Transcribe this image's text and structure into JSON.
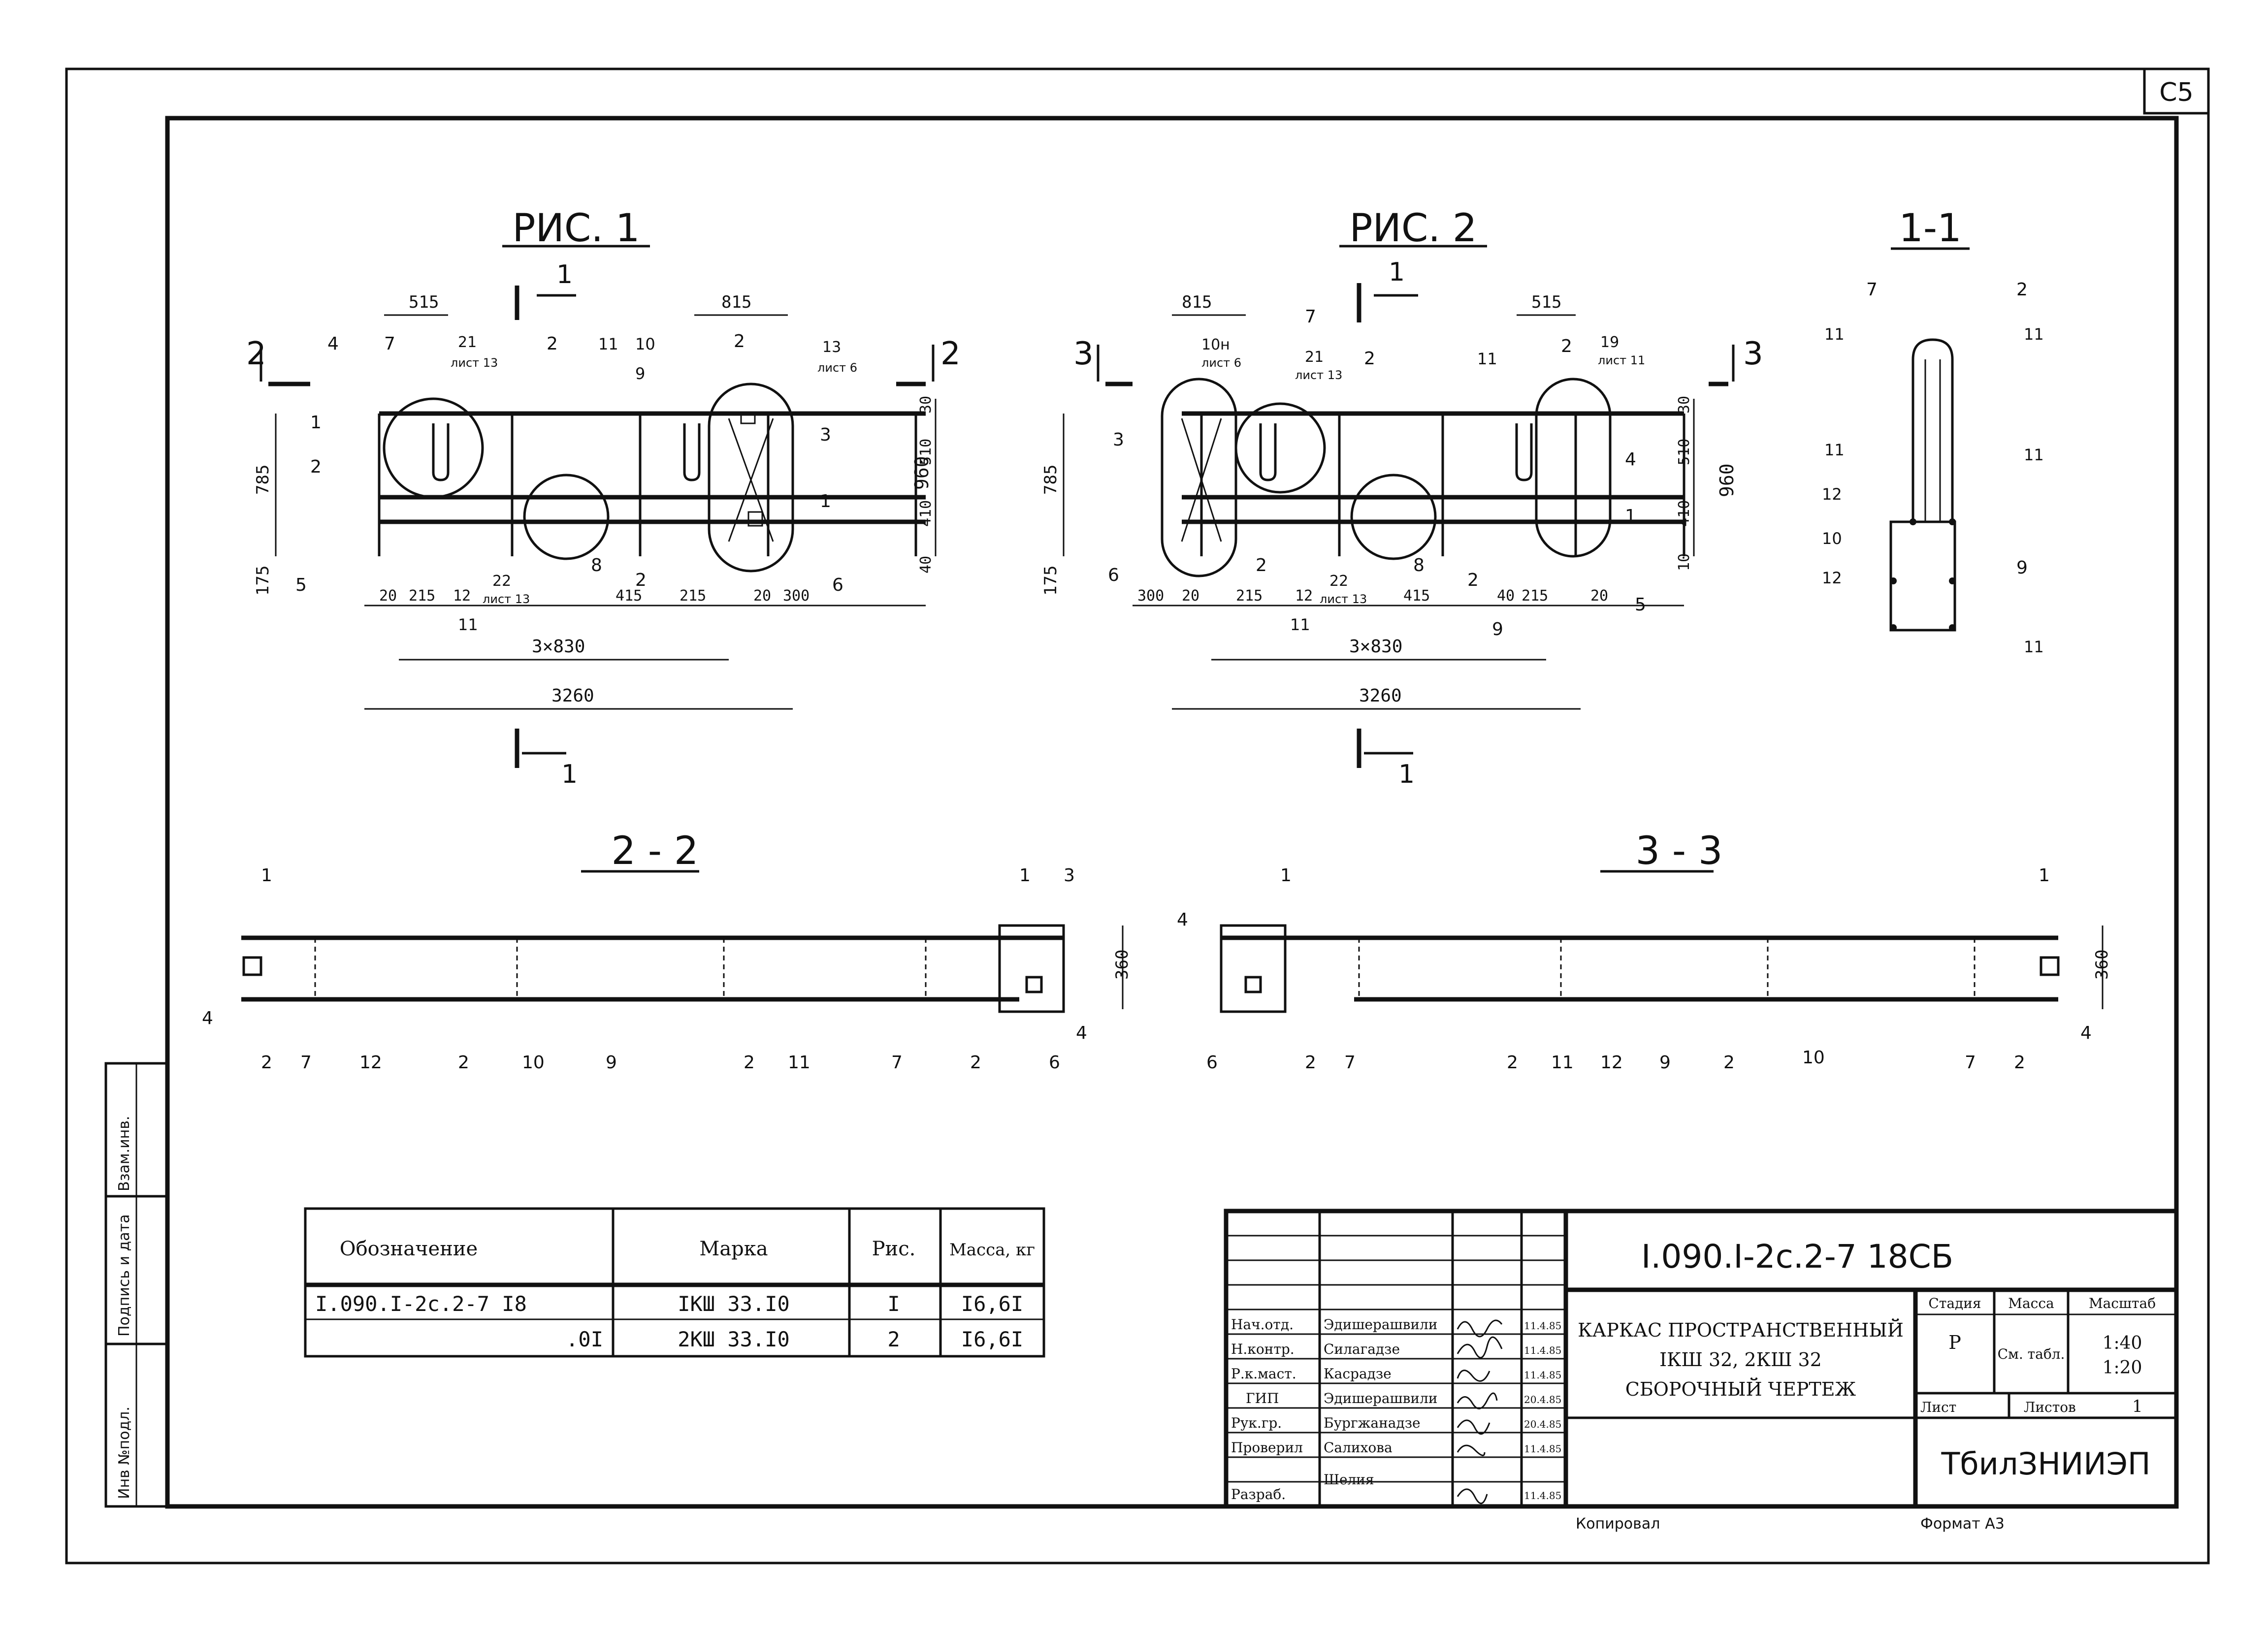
{
  "sheet": {
    "corner_code": "C5",
    "side_stamp": [
      "Инв №подл.",
      "Подпись и дата",
      "Взам.инв."
    ],
    "footer_left": "Копировал",
    "footer_right": "Формат А3"
  },
  "fig1": {
    "title": "РИС. 1",
    "dims": [
      "515",
      "815",
      "785",
      "960",
      "30",
      "510",
      "410",
      "40",
      "175",
      "20",
      "215",
      "12",
      "415",
      "215",
      "20",
      "300",
      "3×830",
      "3260"
    ],
    "callouts": [
      "21",
      "лист 13",
      "13",
      "лист 6",
      "22",
      "лист 13",
      "2",
      "7",
      "4",
      "1",
      "5",
      "8",
      "3",
      "6",
      "9",
      "10",
      "11"
    ],
    "section_marks": [
      "1",
      "2"
    ]
  },
  "fig2": {
    "title": "РИС. 2",
    "dims": [
      "815",
      "515",
      "785",
      "960",
      "30",
      "510",
      "410",
      "10",
      "175",
      "300",
      "20",
      "215",
      "12",
      "415",
      "40",
      "215",
      "20",
      "3×830",
      "3260"
    ],
    "callouts": [
      "10н",
      "лист 6",
      "21",
      "лист 13",
      "19",
      "лист 11",
      "22",
      "лист 13",
      "2",
      "7",
      "3",
      "6",
      "4",
      "1",
      "5",
      "8",
      "9",
      "11"
    ],
    "section_marks": [
      "1",
      "3"
    ]
  },
  "sec11": {
    "title": "1-1",
    "callouts": [
      "7",
      "2",
      "11",
      "12",
      "10",
      "9"
    ]
  },
  "sec22": {
    "title": "2 - 2",
    "dim": "360",
    "callouts": [
      "1",
      "3",
      "4",
      "2",
      "7",
      "12",
      "10",
      "9",
      "11",
      "6"
    ]
  },
  "sec33": {
    "title": "3 - 3",
    "dim": "360",
    "callouts": [
      "1",
      "4",
      "6",
      "2",
      "7",
      "11",
      "12",
      "9",
      "10"
    ]
  },
  "spec": {
    "headers": [
      "Обозначение",
      "Марка",
      "Рис.",
      "Масса, кг"
    ],
    "rows": [
      [
        "I.090.I-2с.2-7 I8",
        "IКШ 33.I0",
        "I",
        "I6,6I"
      ],
      [
        ".0I",
        "2КШ 33.I0",
        "2",
        "I6,6I"
      ]
    ]
  },
  "stamp": {
    "code": "I.090.I-2с.2-7   18СБ",
    "title_lines": [
      "КАРКАС ПРОСТРАНСТВЕННЫЙ",
      "IКШ 32, 2КШ 32",
      "СБОРОЧНЫЙ ЧЕРТЕЖ"
    ],
    "roles": [
      "Нач.отд.",
      "Н.контр.",
      "Р.к.маст.",
      "ГИП",
      "Рук.гр.",
      "Проверил",
      "Разраб."
    ],
    "names": [
      "Эдишерашвили",
      "Силагадзе",
      "Касрадзе",
      "Эдишерашвили",
      "Бургжанадзе",
      "Салихова",
      "Шелия"
    ],
    "dates": [
      "11.4.85",
      "11.4.85",
      "11.4.85",
      "20.4.85",
      "20.4.85",
      "11.4.85",
      "11.4.85"
    ],
    "stage_label": "Стадия",
    "mass_label": "Масса",
    "scale_label": "Масштаб",
    "stage": "Р",
    "mass": "См. табл.",
    "scale": [
      "1:40",
      "1:20"
    ],
    "sheet_label": "Лист",
    "sheets_label": "Листов",
    "sheets": "1",
    "org": "ТбилЗНИИЭП"
  }
}
